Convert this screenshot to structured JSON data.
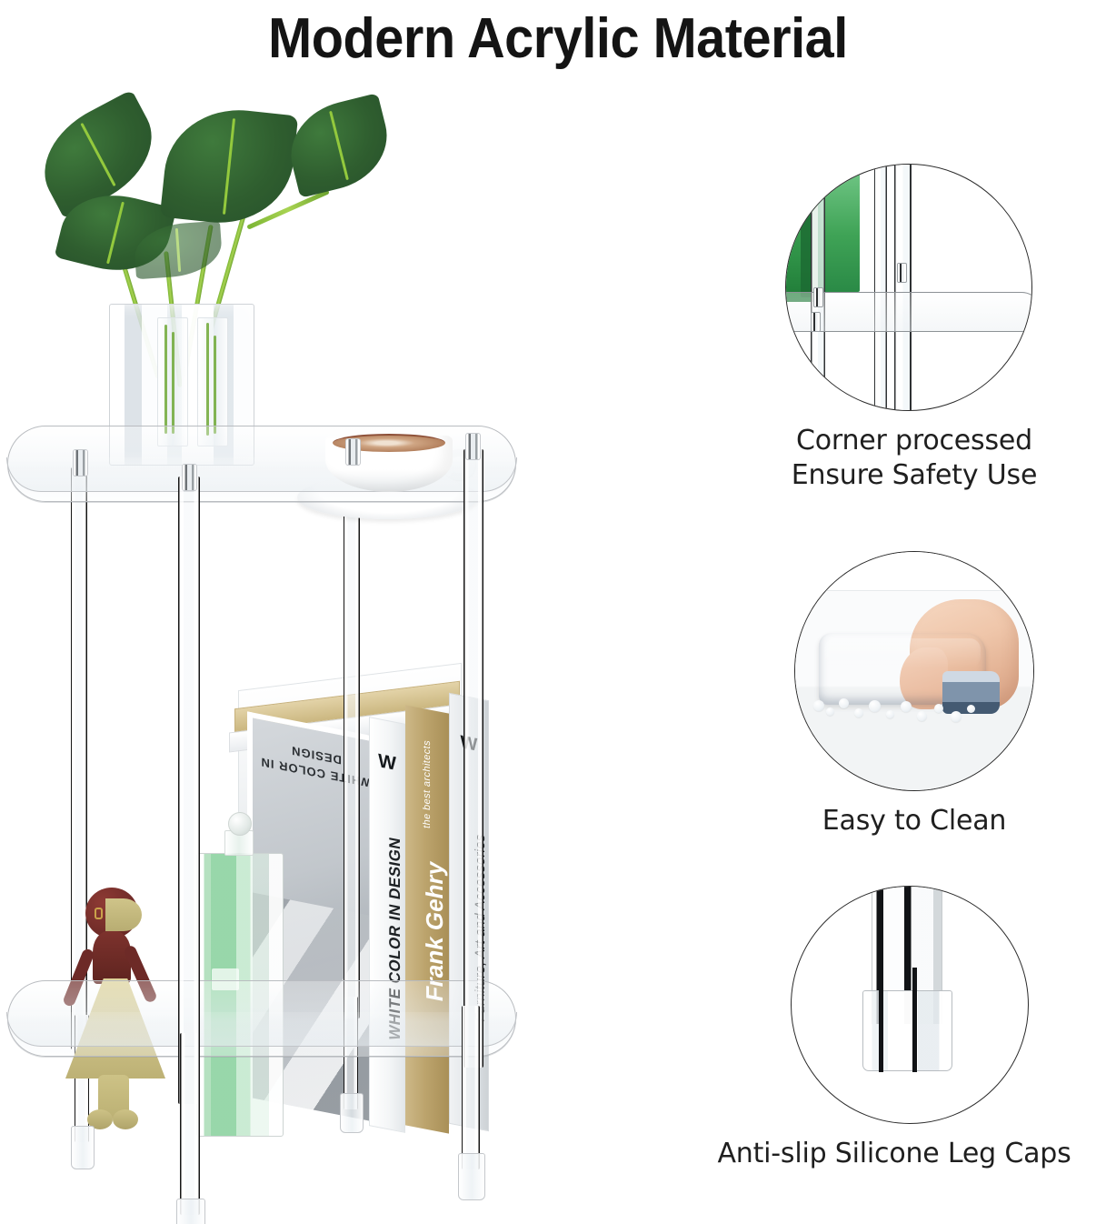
{
  "header": {
    "title": "Modern Acrylic Material"
  },
  "product_photo": {
    "alt_name": "acrylic-two-tier-side-table",
    "books": [
      {
        "cover_title": "WHITE COLOR IN DESIGN",
        "spine_title": "WHITE COLOR IN DESIGN",
        "logo": "W",
        "color": "#ffffff"
      },
      {
        "spine_title": "Frank Gehry",
        "spine_subtitle": "the best architects",
        "color": "#bca46d"
      },
      {
        "spine_title": "Furniture, Art and Accessories",
        "logo": "W",
        "color": "#e2e6e9"
      }
    ],
    "items": [
      "clear-acrylic-vase",
      "green-leaf-plant",
      "white-coffee-cup",
      "white-saucer",
      "wooden-figurine",
      "green-perfume-bottle"
    ]
  },
  "features": [
    {
      "id": "corner-processed",
      "caption": "Corner processed\nEnsure Safety Use",
      "image_name": "table-corner-closeup"
    },
    {
      "id": "easy-to-clean",
      "caption": "Easy to Clean",
      "image_name": "hand-wiping-cloth-closeup"
    },
    {
      "id": "anti-slip-leg-caps",
      "caption": "Anti-slip Silicone Leg Caps",
      "image_name": "silicone-leg-cap-closeup"
    }
  ],
  "colors": {
    "background": "#ffffff",
    "title_text": "#141414",
    "caption_text": "#1f1f1f",
    "circle_outline": "#2b2b2b",
    "leaf_green": "#2f5e2f",
    "stem_green": "#93c93d",
    "book_gold": "#bca46d",
    "perfume_green": "#58be76",
    "cloth_blue": "#7d92aa",
    "figurine_red": "#6d2a27",
    "figurine_khaki": "#cfc489"
  }
}
